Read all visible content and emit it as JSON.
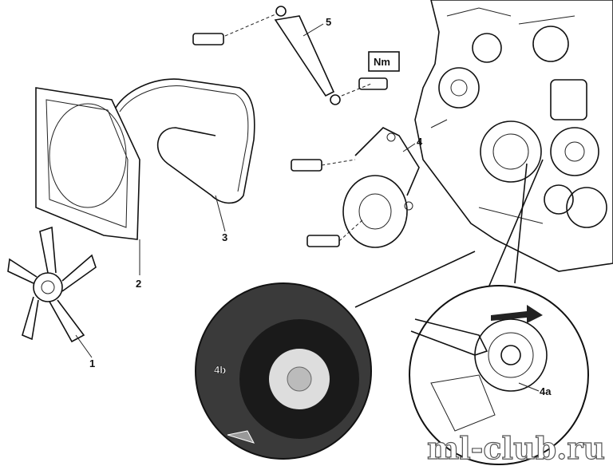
{
  "labels": {
    "fan": "1",
    "fan_shroud": "2",
    "drive_belt": "3",
    "tensioner": "4",
    "tensioner_detail": "4a",
    "pulley_detail": "4b",
    "damper": "5",
    "torque_marker": "Nm"
  },
  "watermark": "ml-club.ru"
}
